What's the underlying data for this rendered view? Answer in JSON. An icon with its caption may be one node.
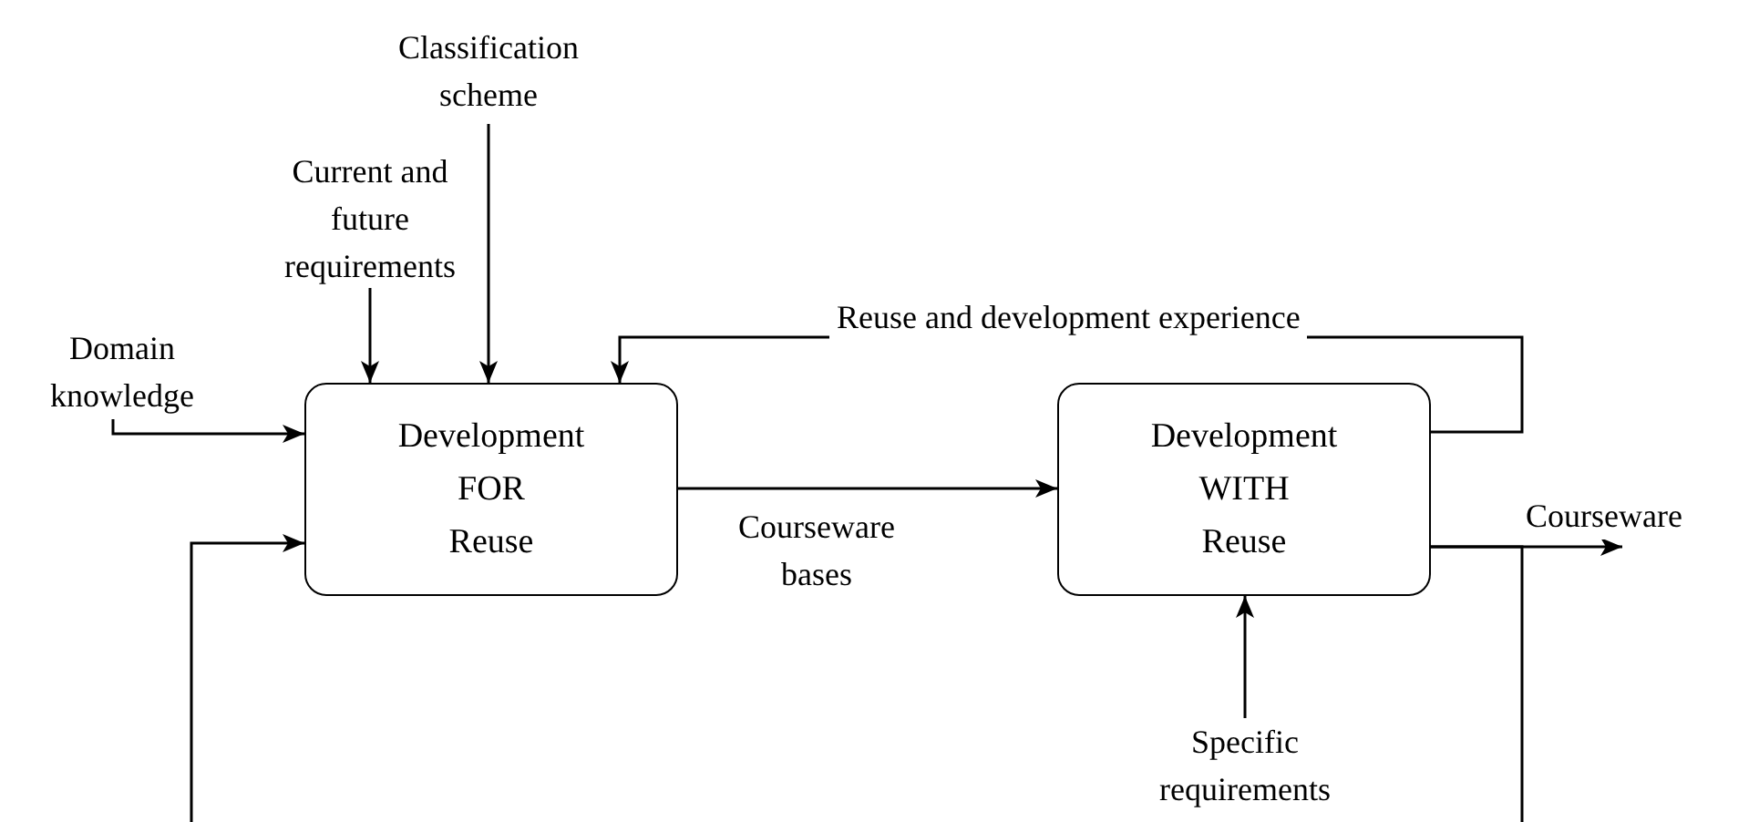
{
  "diagram": {
    "nodes": [
      {
        "text": [
          "Classification scheme"
        ]
      },
      {
        "text": [
          "Current and future requirements"
        ]
      },
      {
        "text": [
          "Domain knowledge"
        ]
      },
      {
        "text": [
          "Development FOR Reuse"
        ]
      },
      {
        "text": [
          "Development WITH Reuse"
        ]
      },
      {
        "text": [
          "Specific requirements"
        ]
      }
    ],
    "edges": [
      {
        "from": 0,
        "to": 3,
        "arrow": "to"
      },
      {
        "from": 1,
        "to": 3,
        "arrow": "to"
      },
      {
        "from": 2,
        "to": 3,
        "arrow": "to"
      },
      {
        "from": 3,
        "to": 4,
        "arrow": "to",
        "label": "Courseware bases"
      },
      {
        "from": 4,
        "to": 3,
        "arrow": "to",
        "label": "Reuse and development experience"
      },
      {
        "from": 4,
        "to": null,
        "arrow": "to",
        "label": "Courseware"
      },
      {
        "from": 4,
        "to": 3,
        "arrow": "to"
      },
      {
        "from": 5,
        "to": 4,
        "arrow": "to"
      }
    ]
  }
}
